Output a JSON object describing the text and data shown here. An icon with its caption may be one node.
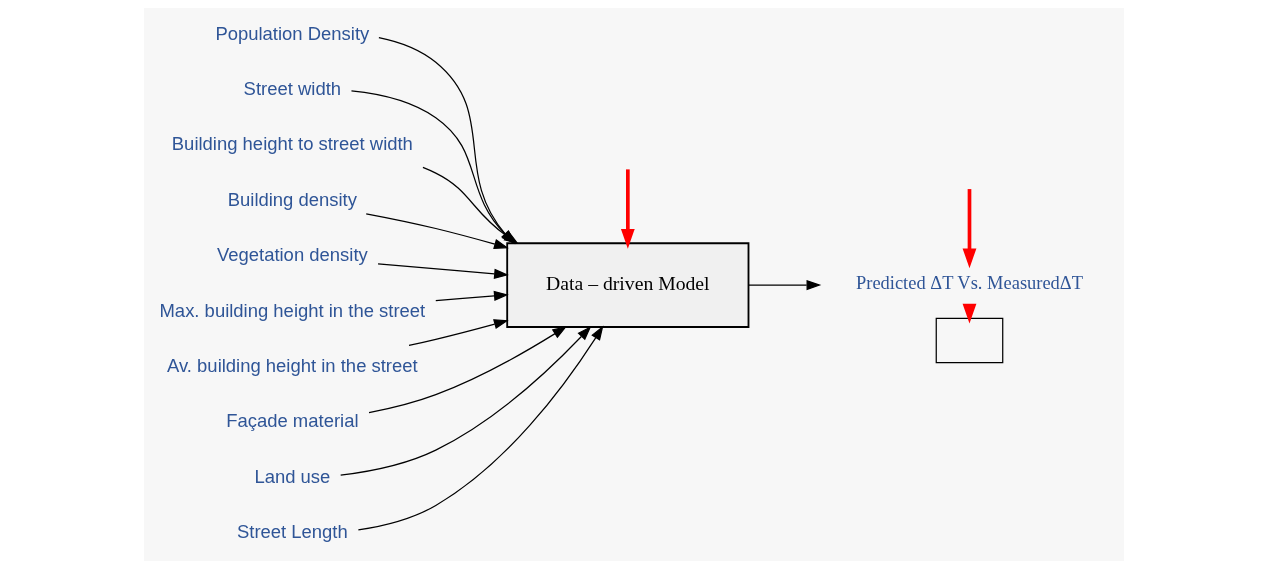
{
  "diagram": {
    "nodes": [
      {
        "text": [
          "Population Density"
        ]
      },
      {
        "text": [
          "Street width"
        ]
      },
      {
        "text": [
          "Building height to street width"
        ]
      },
      {
        "text": [
          "Building density"
        ]
      },
      {
        "text": [
          "Vegetation density"
        ]
      },
      {
        "text": [
          "Max. building height in the street"
        ]
      },
      {
        "text": [
          "Av. building height in the street"
        ]
      },
      {
        "text": [
          "Façade material"
        ]
      },
      {
        "text": [
          "Land use"
        ]
      },
      {
        "text": [
          "Street Length"
        ]
      },
      {
        "text": [
          "Data – driven Model"
        ]
      },
      {
        "text": [
          "Predicted ΔT Vs. MeasuredΔT"
        ]
      },
      {
        "text": [],
        "shape": "box"
      }
    ],
    "edges": [
      {
        "from": 0,
        "to": 10,
        "arrow": "to"
      },
      {
        "from": 1,
        "to": 10,
        "arrow": "to"
      },
      {
        "from": 2,
        "to": 10,
        "arrow": "to"
      },
      {
        "from": 3,
        "to": 10,
        "arrow": "to"
      },
      {
        "from": 4,
        "to": 10,
        "arrow": "to"
      },
      {
        "from": 5,
        "to": 10,
        "arrow": "to"
      },
      {
        "from": 6,
        "to": 10,
        "arrow": "to"
      },
      {
        "from": 7,
        "to": 10,
        "arrow": "to"
      },
      {
        "from": 8,
        "to": 10,
        "arrow": "to"
      },
      {
        "from": 9,
        "to": 10,
        "arrow": "to"
      },
      {
        "from": null,
        "to": 10,
        "arrow": "to",
        "style": "thick",
        "color": "#ff0000"
      },
      {
        "from": 10,
        "to": 11,
        "arrow": "to"
      },
      {
        "from": null,
        "to": 11,
        "arrow": "to",
        "style": "thick",
        "color": "#ff0000"
      },
      {
        "from": 11,
        "to": 12,
        "arrow": "to",
        "style": "thick",
        "color": "#ff0000"
      }
    ]
  }
}
